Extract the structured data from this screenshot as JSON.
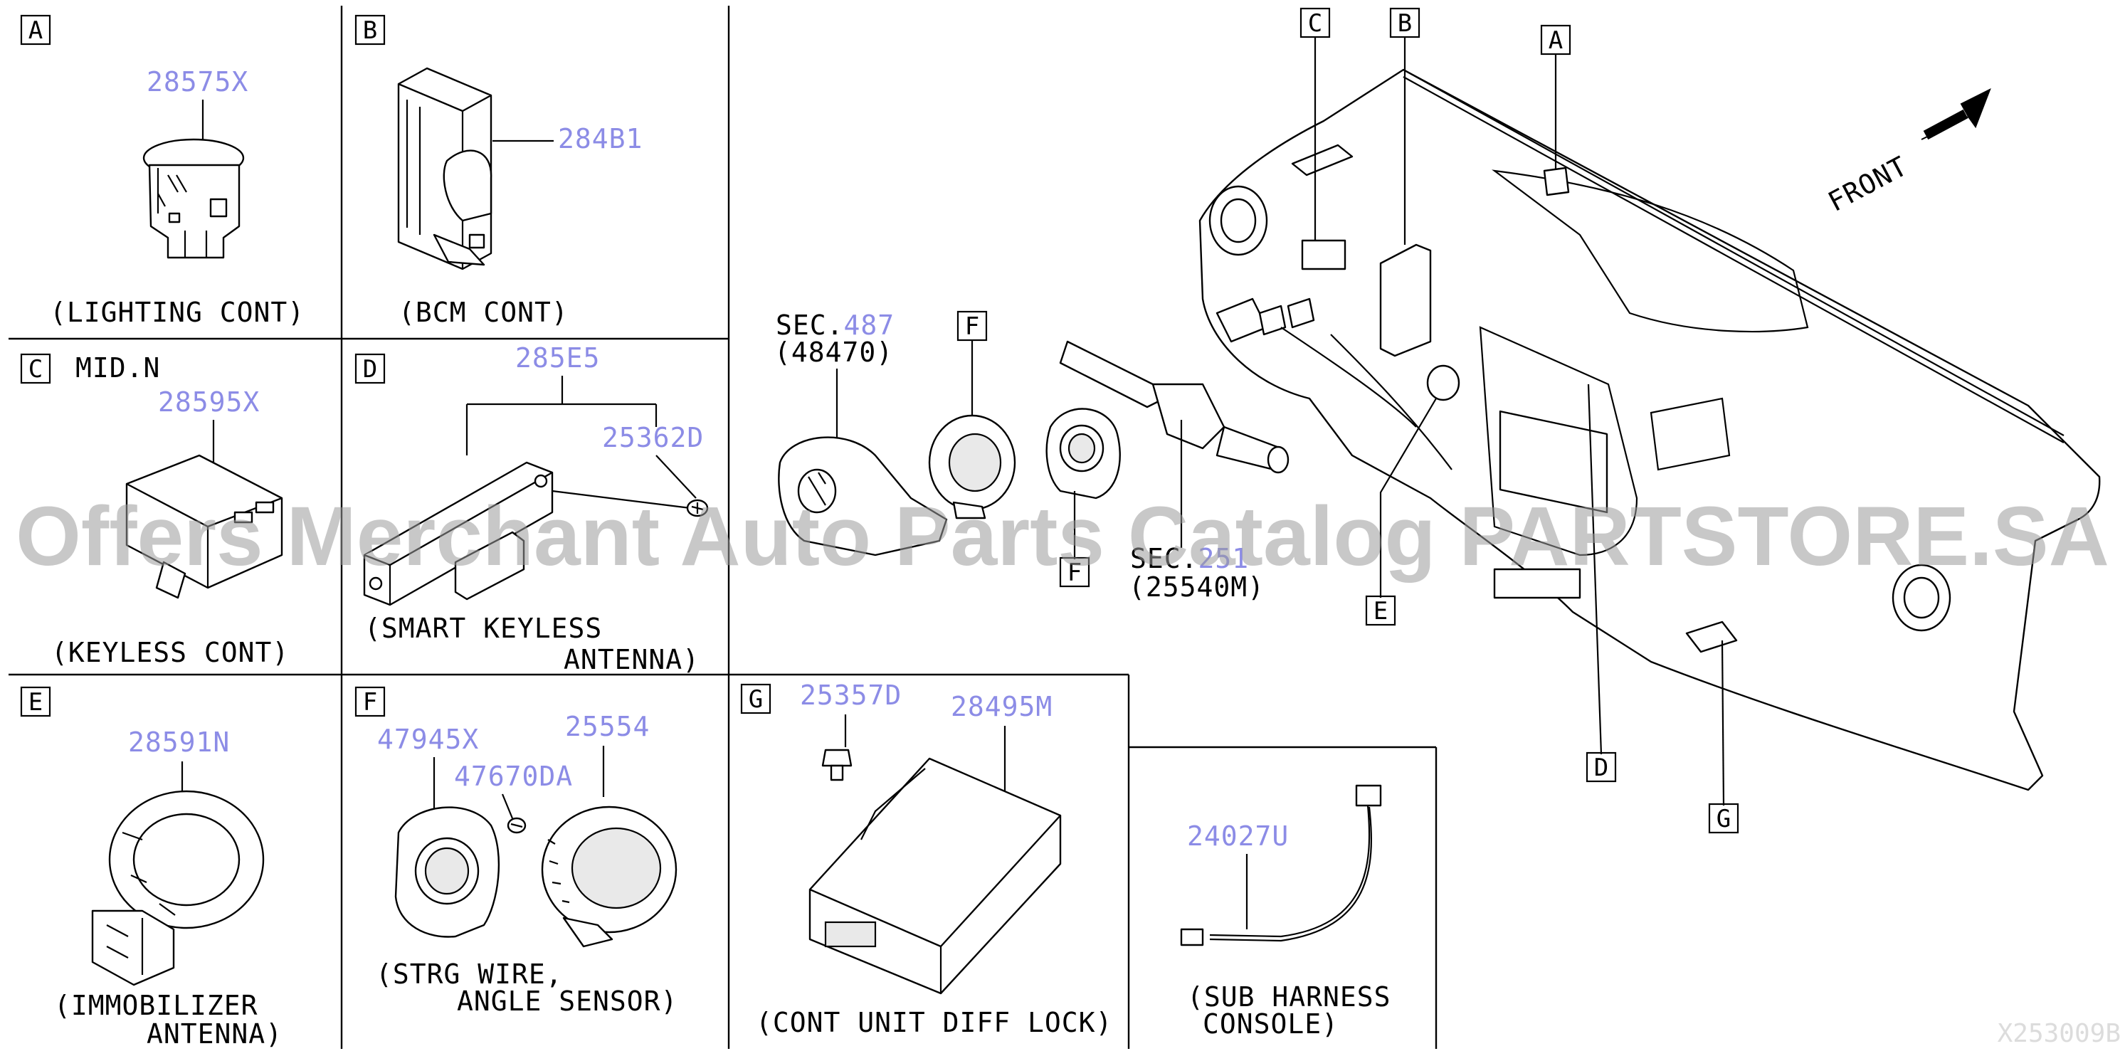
{
  "panels": {
    "A": {
      "letter": "A",
      "part": "28575X",
      "caption": "(LIGHTING CONT)"
    },
    "B": {
      "letter": "B",
      "part": "284B1",
      "caption": "(BCM CONT)"
    },
    "C": {
      "letter": "C",
      "note": "MID.N",
      "part": "28595X",
      "caption": "(KEYLESS CONT)"
    },
    "D": {
      "letter": "D",
      "part_top": "285E5",
      "part_screw": "25362D",
      "caption_1": "(SMART KEYLESS",
      "caption_2": "ANTENNA)"
    },
    "E": {
      "letter": "E",
      "part": "28591N",
      "caption_1": "(IMMOBILIZER",
      "caption_2": "ANTENNA)"
    },
    "F": {
      "letter": "F",
      "part_1": "47945X",
      "part_2": "47670DA",
      "part_3": "25554",
      "caption_1": "(STRG WIRE,",
      "caption_2": "ANGLE SENSOR)"
    },
    "G": {
      "letter": "G",
      "part_1": "25357D",
      "part_2": "28495M",
      "caption": "(CONT UNIT DIFF LOCK)"
    },
    "harness": {
      "part": "24027U",
      "caption_1": "(SUB HARNESS",
      "caption_2": "CONSOLE)"
    }
  },
  "main": {
    "sec_a_1": "SEC.",
    "sec_a_num": "487",
    "sec_a_2": "(48470)",
    "sec_b_1": "SEC.",
    "sec_b_num": "251",
    "sec_b_2": "(25540M)",
    "front_label": "FRONT",
    "callouts": [
      "C",
      "B",
      "A",
      "F",
      "F",
      "E",
      "D",
      "G"
    ]
  },
  "watermark": "Offers Merchant Auto Parts Catalog PARTSTORE.SA",
  "figure_ref": "X253009B"
}
